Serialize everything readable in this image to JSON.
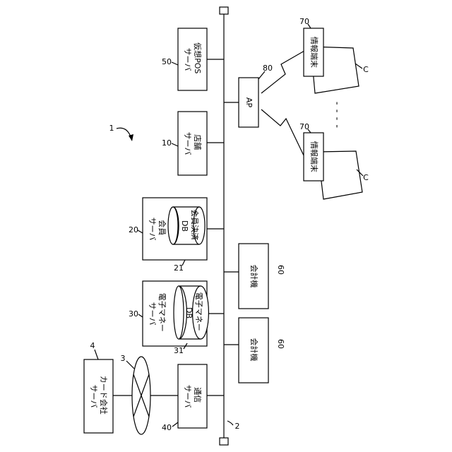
{
  "system_ref": "1",
  "network_ref": "2",
  "card_company_server": {
    "ref": "4",
    "lines": [
      "カード会社",
      "サーバ"
    ]
  },
  "network_cloud_ref": "3",
  "comm_server": {
    "ref": "40",
    "lines": [
      "通信",
      "サーバ"
    ]
  },
  "emoney_server": {
    "ref": "30",
    "lines": [
      "電子マネー",
      "サーバ"
    ],
    "db_ref": "31",
    "db_lines": [
      "電子マネー",
      "DB"
    ]
  },
  "member_server": {
    "ref": "20",
    "lines": [
      "会員",
      "サーバ"
    ],
    "db_ref": "21",
    "db_lines": [
      "会員決済",
      "DB"
    ]
  },
  "store_server": {
    "ref": "10",
    "lines": [
      "店舗",
      "サーバ"
    ]
  },
  "virtual_pos_server": {
    "ref": "50",
    "lines": [
      "仮想POS",
      "サーバ"
    ]
  },
  "checkout_1": {
    "ref": "60",
    "label": "会計機"
  },
  "checkout_2": {
    "ref": "60",
    "label": "会計機"
  },
  "access_point": {
    "ref": "80",
    "label": "AP"
  },
  "terminal_top": {
    "ref": "70",
    "label": "情報端末",
    "hand_ref": "C"
  },
  "terminal_bottom": {
    "ref": "70",
    "label": "情報端末",
    "hand_ref": "C"
  },
  "ellipsis": "- - - -"
}
